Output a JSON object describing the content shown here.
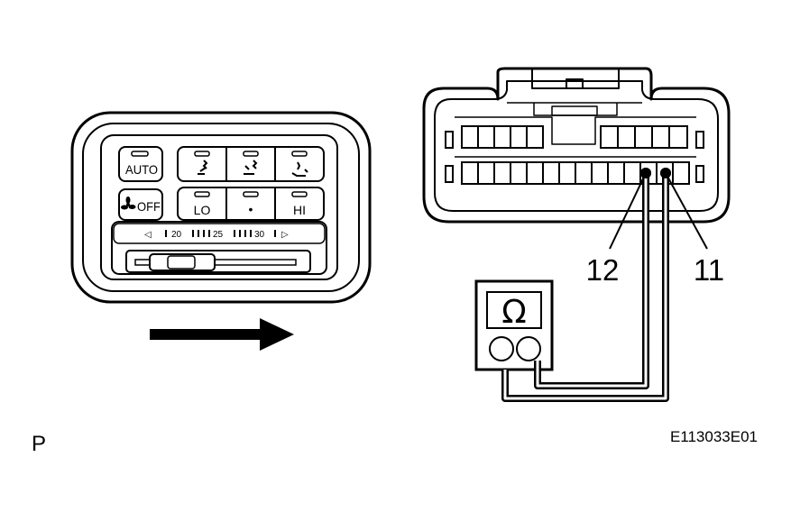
{
  "panel": {
    "buttons": {
      "auto": "AUTO",
      "fan_off": "OFF",
      "lo": "LO",
      "center": "•",
      "hi": "HI"
    },
    "scale": {
      "left_arrow": "◁",
      "right_arrow": "▷",
      "mark_20": "20",
      "mark_25": "25",
      "mark_30": "30"
    },
    "icons": {
      "fan": "fan-icon",
      "mode_face": "face-airflow-icon",
      "mode_bilevel": "bilevel-airflow-icon",
      "mode_foot": "foot-airflow-icon",
      "direction": "arrow-right-icon"
    }
  },
  "connector": {
    "pins": {
      "pin_12": "12",
      "pin_11": "11"
    }
  },
  "meter": {
    "symbol": "Ω"
  },
  "footer": {
    "corner_label": "P",
    "figure_code": "E113033E01"
  }
}
